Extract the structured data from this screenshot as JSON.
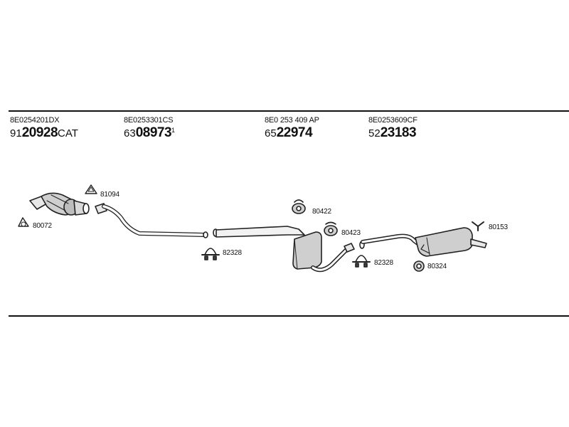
{
  "header": {
    "parts": [
      {
        "oem": "8E0254201DX",
        "prefix": "91",
        "number": "20928",
        "suffix": "CAT"
      },
      {
        "oem": "8E0253301CS",
        "prefix": "63",
        "number": "08973",
        "suffix": "1"
      },
      {
        "oem": "8E0 253 409 AP",
        "prefix": "65",
        "number": "22974",
        "suffix": ""
      },
      {
        "oem": "8E0253609CF",
        "prefix": "52",
        "number": "23183",
        "suffix": ""
      }
    ]
  },
  "labels": {
    "l81094": "81094",
    "l80072": "80072",
    "l82328a": "82328",
    "l80422": "80422",
    "l80423": "80423",
    "l82328b": "82328",
    "l80324": "80324",
    "l80153": "80153"
  }
}
